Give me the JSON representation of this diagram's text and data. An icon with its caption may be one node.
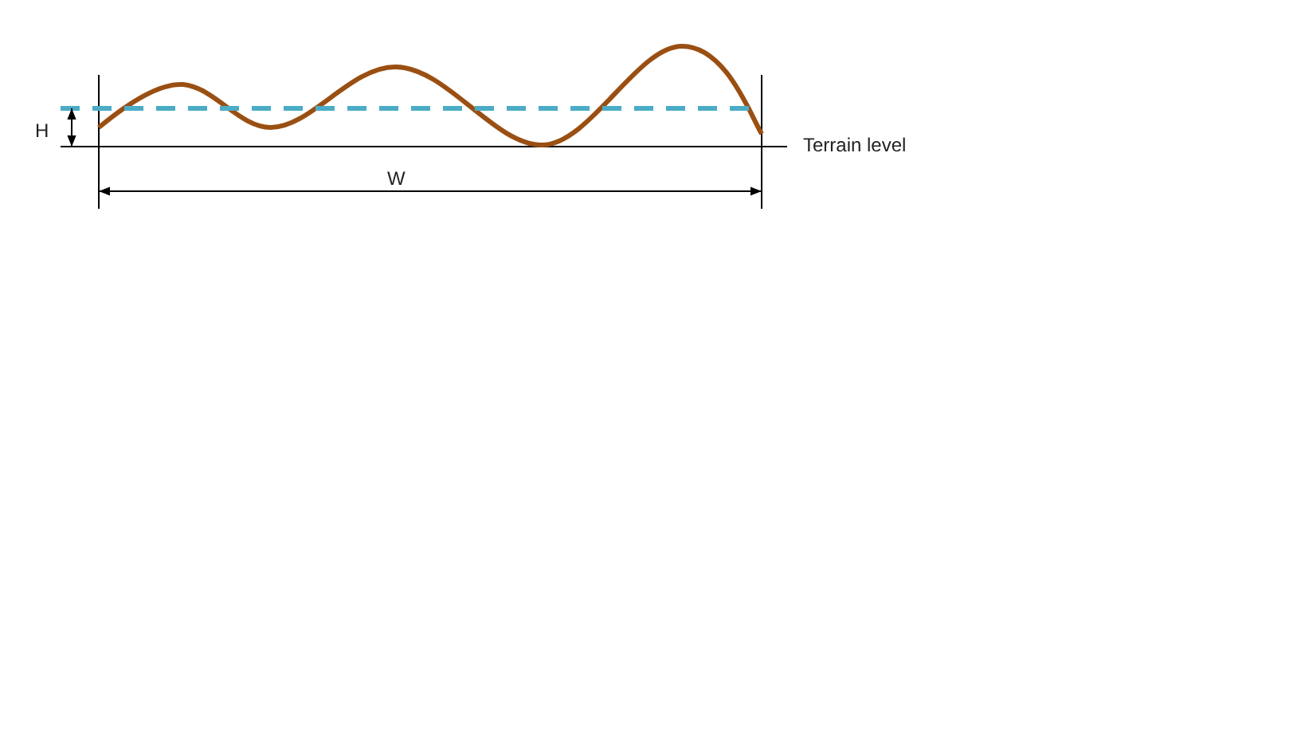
{
  "diagram": {
    "labels": [
      "H",
      "Terrain level",
      "W"
    ]
  }
}
